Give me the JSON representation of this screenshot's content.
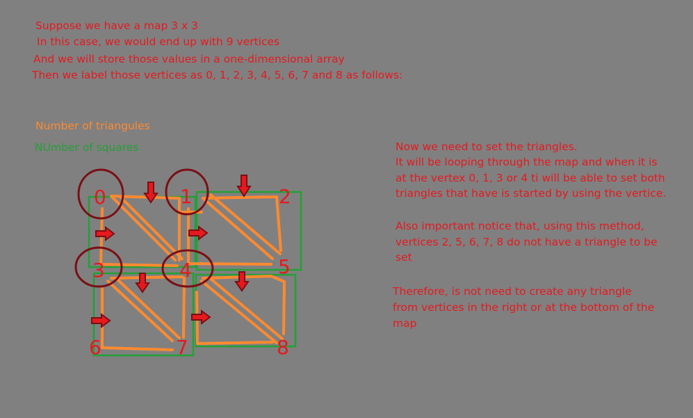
{
  "intro": {
    "line1": "Suppose we have a map 3 x 3",
    "line2": "In this case, we would end up with 9 vertices",
    "line3": "And we will store those values in a one-dimensional array",
    "line4": "Then we label those vertices as 0, 1, 2, 3, 4, 5, 6, 7 and 8 as follows:"
  },
  "legend": {
    "triangles": "Number of triangules",
    "squares": "NUmber of squares"
  },
  "explanation": {
    "p1": [
      "Now we need to set the triangles.",
      "It will be looping through the map and when it is",
      "at the vertex 0, 1, 3 or 4 ti will be able to set both",
      "triangles that have is started by using the vertice."
    ],
    "p2": [
      "Also important notice that, using this method,",
      "vertices 2, 5, 6, 7, 8 do not have a triangle to be",
      "set"
    ],
    "p3": [
      "Therefore, is not need to create any triangle",
      "from vertices in the right or at the bottom of the",
      "map"
    ]
  },
  "vertices": [
    "0",
    "1",
    "2",
    "3",
    "4",
    "5",
    "6",
    "7",
    "8"
  ],
  "colors": {
    "text": "#e6191e",
    "triangles": "#ff8a30",
    "squares": "#23a036",
    "circles": "#7a0f14",
    "background": "#808080"
  }
}
